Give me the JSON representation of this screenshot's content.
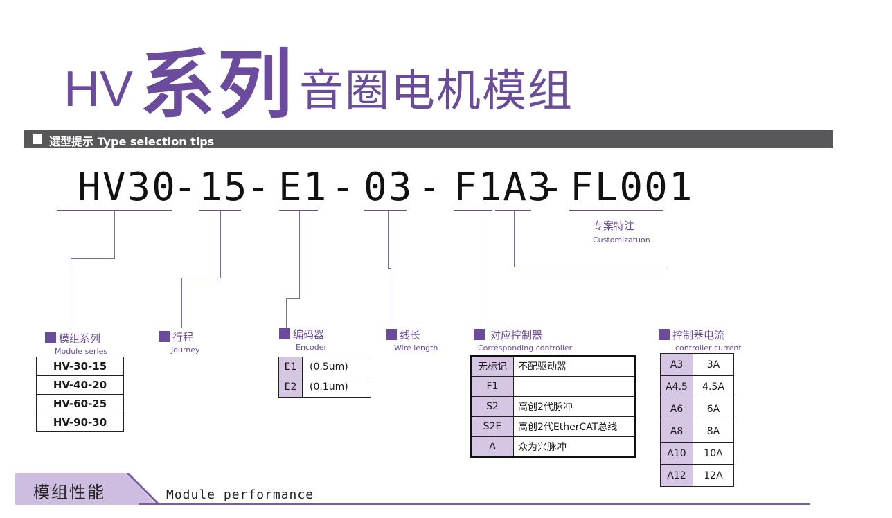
{
  "title": {
    "hv": "HV",
    "series": "系列",
    "rest": "音圈电机模组"
  },
  "section": {
    "label": "選型提示 Type selection tips"
  },
  "code": {
    "segments": [
      "HV30",
      "-",
      "15",
      "-",
      "E1",
      "-",
      "03",
      "-",
      "F1A3",
      "-",
      "FL001"
    ]
  },
  "custom": {
    "zh": "专案特注",
    "en": "Customizatuon"
  },
  "module": {
    "zh": "模组系列",
    "en": "Module series",
    "items": [
      "HV-30-15",
      "HV-40-20",
      "HV-60-25",
      "HV-90-30"
    ]
  },
  "journey": {
    "zh": "行程",
    "en": "Journey"
  },
  "encoder": {
    "zh": "编码器",
    "en": "Encoder",
    "rows": [
      {
        "code": "E1",
        "val": "(0.5um)"
      },
      {
        "code": "E2",
        "val": "(0.1um)"
      }
    ]
  },
  "wire": {
    "zh": "线长",
    "en": "Wire length"
  },
  "controller": {
    "zh": "对应控制器",
    "en": "Corresponding controller",
    "rows": [
      {
        "code": "无标记",
        "val": "不配驱动器"
      },
      {
        "code": "F1",
        "val": ""
      },
      {
        "code": "S2",
        "val": "高创2代脉冲"
      },
      {
        "code": "S2E",
        "val": "高创2代EtherCAT总线"
      },
      {
        "code": "A",
        "val": "众为兴脉冲"
      }
    ]
  },
  "current": {
    "zh": "控制器电流",
    "en": "controller current",
    "rows": [
      {
        "code": "A3",
        "val": "3A"
      },
      {
        "code": "A4.5",
        "val": "4.5A"
      },
      {
        "code": "A6",
        "val": "6A"
      },
      {
        "code": "A8",
        "val": "8A"
      },
      {
        "code": "A10",
        "val": "10A"
      },
      {
        "code": "A12",
        "val": "12A"
      }
    ]
  },
  "performance": {
    "zh": "模组性能",
    "en": "Module performance"
  },
  "colors": {
    "brand": "#6a4b9c",
    "bar": "#58585a",
    "cell": "#d5c6e4"
  }
}
